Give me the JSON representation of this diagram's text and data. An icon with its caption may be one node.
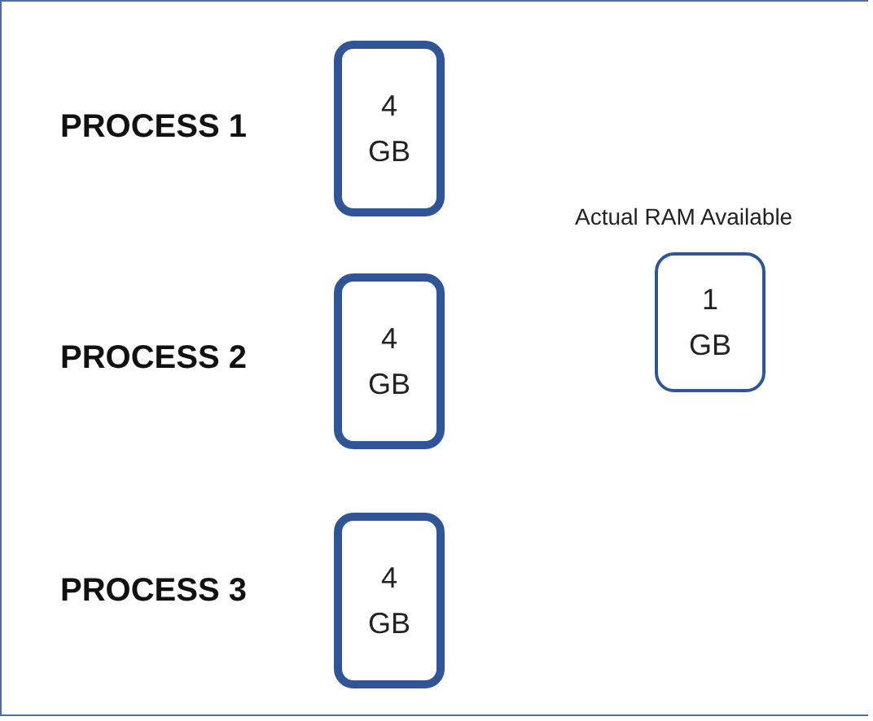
{
  "diagram": {
    "nodes": [
      {
        "text": [
          "4 GB"
        ],
        "beside": [
          "PROCESS 1"
        ]
      },
      {
        "text": [
          "4 GB"
        ],
        "beside": [
          "PROCESS 2"
        ]
      },
      {
        "text": [
          "4 GB"
        ],
        "beside": [
          "PROCESS 3"
        ]
      },
      {
        "text": [
          "Actual RAM Available",
          "1 GB"
        ]
      }
    ],
    "edges": []
  }
}
